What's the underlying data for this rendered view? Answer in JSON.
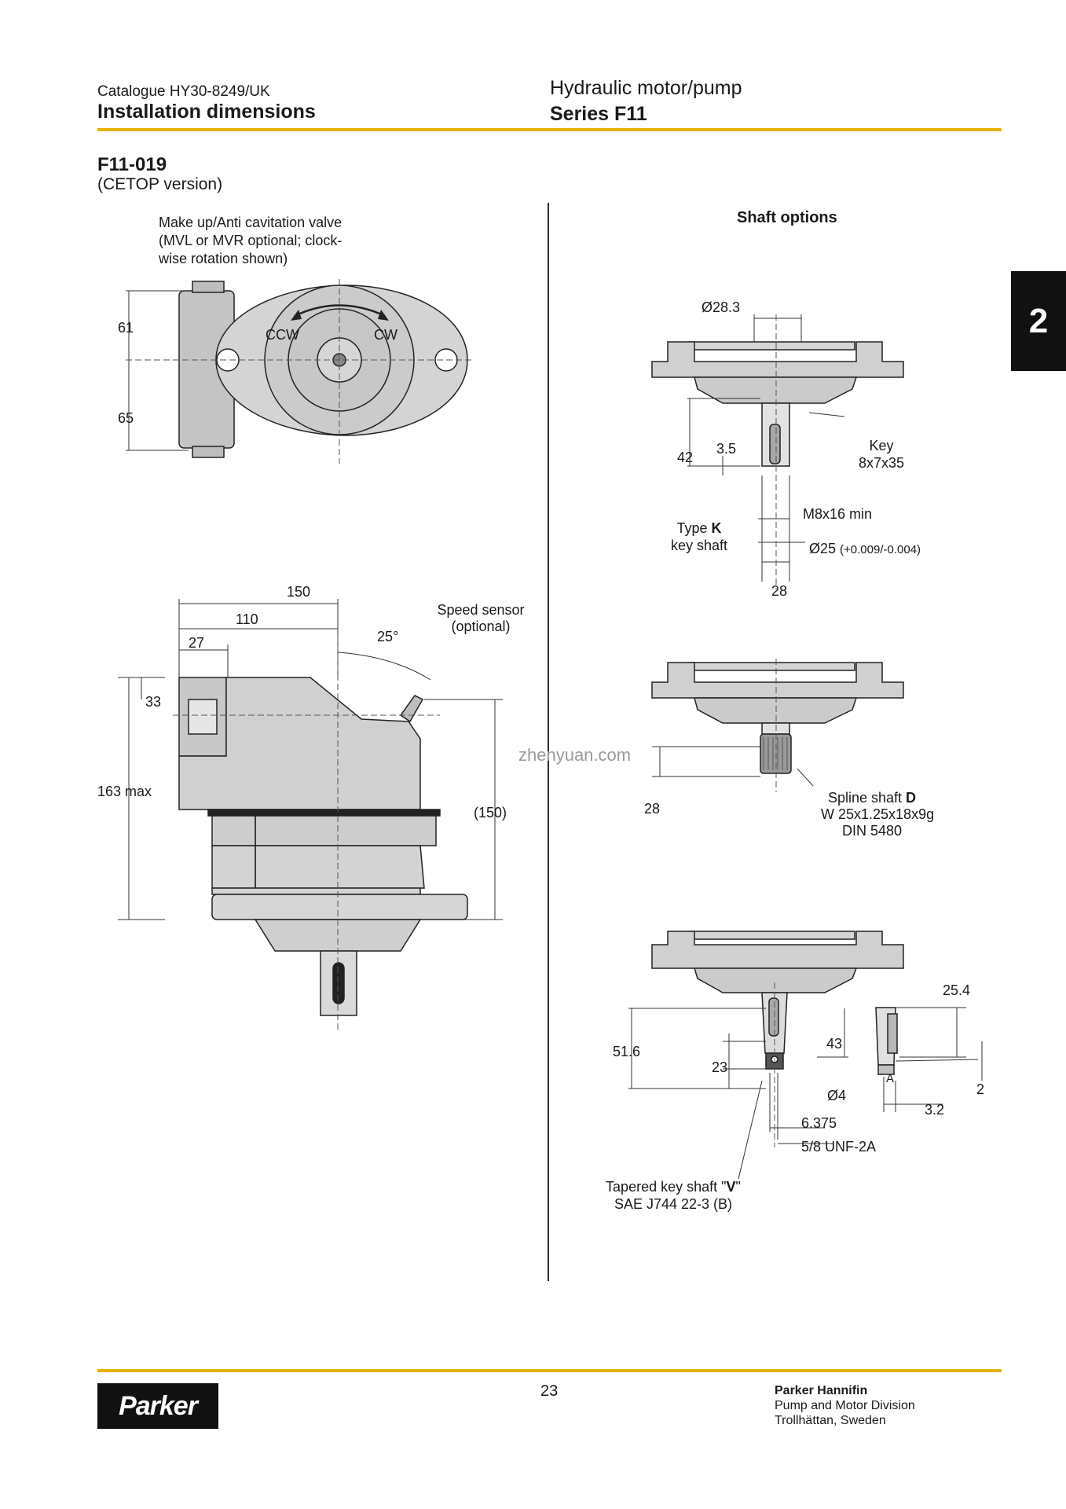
{
  "header": {
    "catalogue": "Catalogue HY30-8249/UK",
    "section_title": "Installation dimensions",
    "product": "Hydraulic motor/pump",
    "series": "Series F11"
  },
  "model": {
    "name": "F11-019",
    "version": "(CETOP version)"
  },
  "side_tab": "2",
  "front_view": {
    "callout": [
      "Make up/Anti cavitation valve",
      "(MVL or MVR optional; clock-",
      "wise rotation shown)"
    ],
    "ccw": "CCW",
    "cw": "CW",
    "dim_upper": "61",
    "dim_lower": "65"
  },
  "side_view": {
    "dim_150": "150",
    "dim_110": "110",
    "dim_27": "27",
    "dim_33": "33",
    "angle": "25°",
    "height_max": "163 max",
    "height_ref": "(150)",
    "sensor": [
      "Speed sensor",
      "(optional)"
    ]
  },
  "watermark": "zhenyuan.com",
  "shaft_options": {
    "title": "Shaft options",
    "k": {
      "dia_flange": "Ø28.3",
      "len": "42",
      "key_offset": "3.5",
      "key": [
        "Key",
        "8x7x35"
      ],
      "thread": "M8x16 min",
      "dia": "Ø25",
      "tol": "(+0.009/-0.004)",
      "type_pre": "Type ",
      "type_letter": "K",
      "type_post": "key shaft",
      "width": "28"
    },
    "d": {
      "len": "28",
      "name_pre": "Spline shaft ",
      "name_letter": "D",
      "spec": "W 25x1.25x18x9g",
      "din": "DIN 5480"
    },
    "v": {
      "len_total": "51.6",
      "len_taper": "43",
      "len_key": "23",
      "hole": "Ø4",
      "d1": "6.375",
      "thread": "5/8 UNF-2A",
      "det_254": "25.4",
      "det_2": "2",
      "det_32": "3.2",
      "det_a": "A",
      "name_pre": "Tapered key shaft \"",
      "name_letter": "V",
      "name_post": "\"",
      "sae": "SAE J744 22-3 (B)"
    }
  },
  "footer": {
    "page": "23",
    "logo": "Parker",
    "company": "Parker Hannifin",
    "division": "Pump and Motor Division",
    "location": "Trollhättan, Sweden"
  }
}
